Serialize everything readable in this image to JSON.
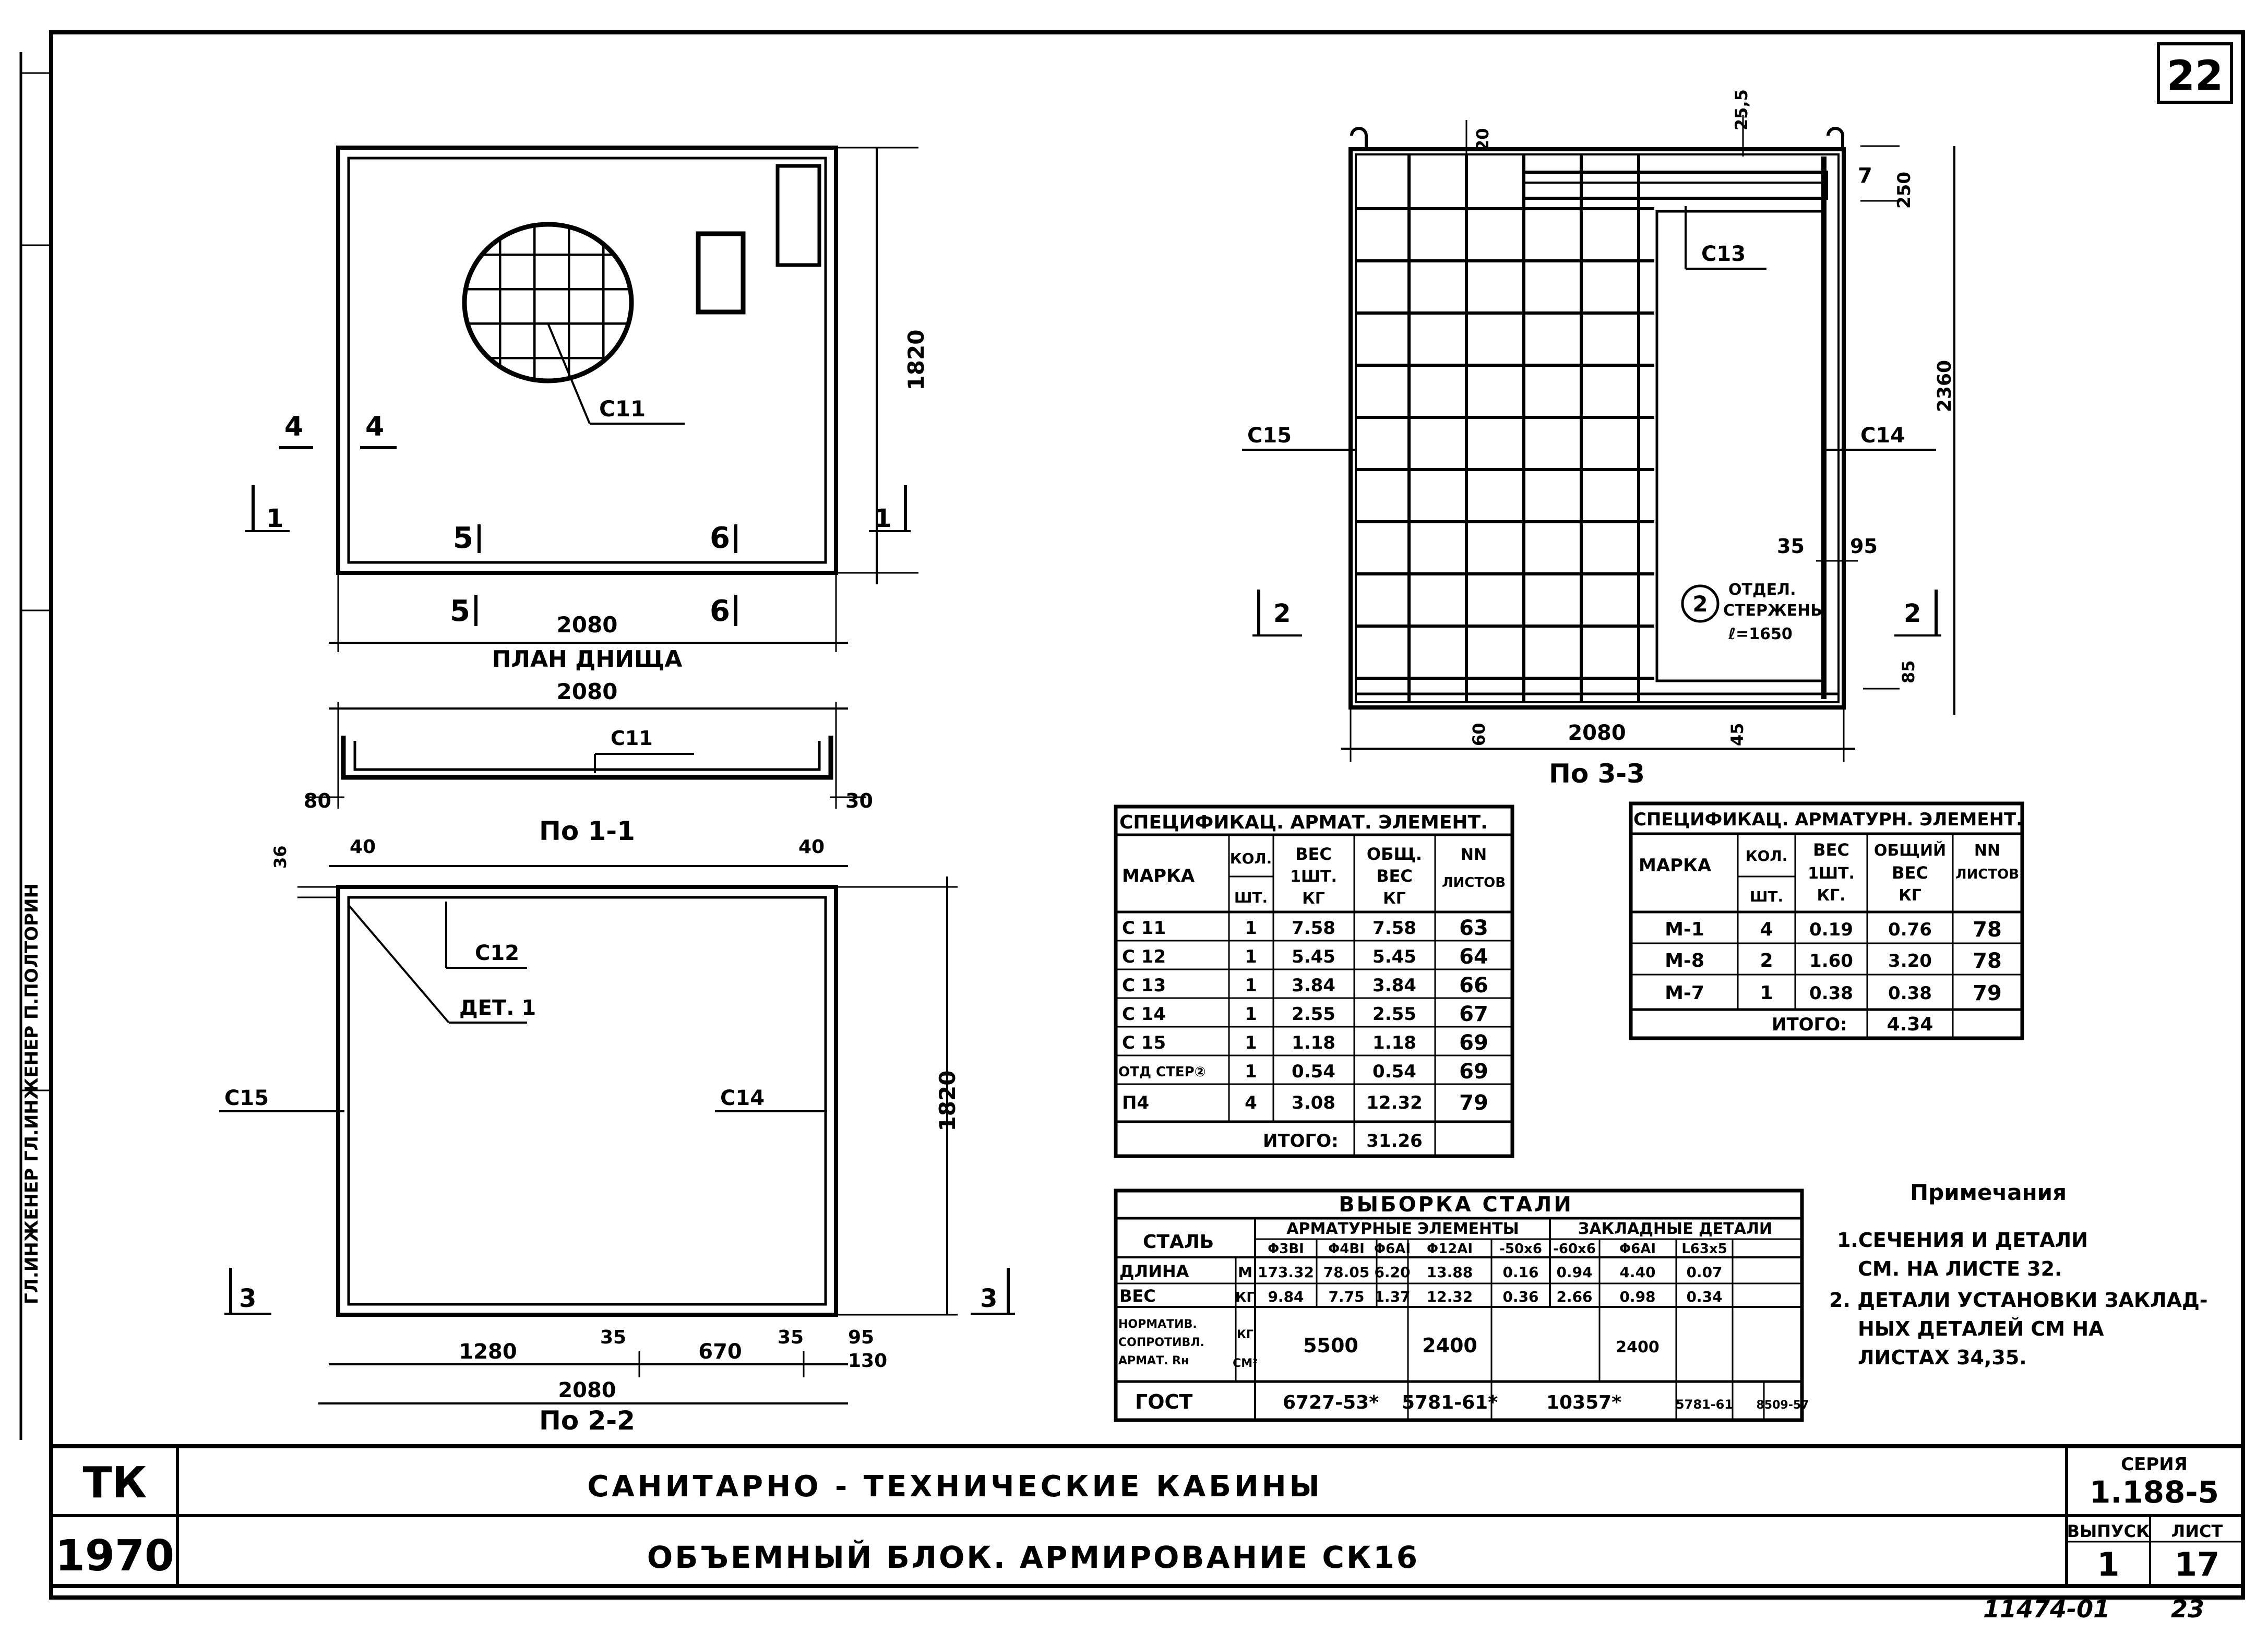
{
  "sheet_number": "22",
  "left_margin_text": "ГЛ.ИНЖЕНЕР  ГЛ.ИНЖЕНЕР  П.ПОЛТОРИН",
  "plan": {
    "title": "ПЛАН ДНИЩА",
    "width": "2080",
    "height": "1820",
    "mark": "С11",
    "section_4": "4",
    "section_1": "1",
    "section_5": "5",
    "section_6": "6"
  },
  "section_11": {
    "title": "По 1-1",
    "width": "2080",
    "mark": "С11",
    "left": "80",
    "right": "30"
  },
  "section_22": {
    "title": "По 2-2",
    "height": "1820",
    "d36": "36",
    "d40l": "40",
    "d40r": "40",
    "mark_c12": "С12",
    "det": "ДЕТ. 1",
    "mark_c15": "С15",
    "mark_c14": "С14",
    "d35a": "35",
    "d35b": "35",
    "d95": "95",
    "d130": "130",
    "d1280": "1280",
    "d670": "670",
    "width": "2080",
    "sec3": "3"
  },
  "section_33": {
    "title": "По 3-3",
    "d20": "20",
    "d25": "25,5",
    "d7": "7",
    "d250": "250",
    "mark_c15a": "С15",
    "mark_c13": "С13",
    "mark_c14": "С14",
    "height": "2360",
    "d35": "35",
    "d95": "95",
    "d85": "85",
    "d60": "60",
    "d45": "45",
    "width": "2080",
    "sec2": "2",
    "rod_num": "2",
    "rod_l1": "ОТДЕЛ.",
    "rod_l2": "СТЕРЖЕНЬ",
    "rod_l3": "ℓ=1650"
  },
  "spec1": {
    "title": "СПЕЦИФИКАЦ. АРМАТ. ЭЛЕМЕНТ.",
    "h_mark": "МАРКА",
    "h_qty1": "КОЛ.",
    "h_qty2": "ШТ.",
    "h_w1": "ВЕС",
    "h_w2": "1ШТ.",
    "h_w3": "КГ",
    "h_tw1": "ОБЩ.",
    "h_tw2": "ВЕС",
    "h_tw3": "КГ",
    "h_sh1": "NN",
    "h_sh2": "ЛИСТОВ",
    "rows": [
      [
        "С 11",
        "1",
        "7.58",
        "7.58",
        "63"
      ],
      [
        "С 12",
        "1",
        "5.45",
        "5.45",
        "64"
      ],
      [
        "С 13",
        "1",
        "3.84",
        "3.84",
        "66"
      ],
      [
        "С 14",
        "1",
        "2.55",
        "2.55",
        "67"
      ],
      [
        "С 15",
        "1",
        "1.18",
        "1.18",
        "69"
      ],
      [
        "ОТД СТЕР②",
        "1",
        "0.54",
        "0.54",
        "69"
      ],
      [
        "П4",
        "4",
        "3.08",
        "12.32",
        "79"
      ]
    ],
    "total_label": "ИТОГО:",
    "total": "31.26"
  },
  "spec2": {
    "title": "СПЕЦИФИКАЦ. АРМАТУРН. ЭЛЕМЕНТ.",
    "h_mark": "МАРКА",
    "h_qty1": "КОЛ.",
    "h_qty2": "ШТ.",
    "h_w1": "ВЕС",
    "h_w2": "1ШТ.",
    "h_w3": "КГ.",
    "h_tw1": "ОБЩИЙ",
    "h_tw2": "ВЕС",
    "h_tw3": "КГ",
    "h_sh1": "NN",
    "h_sh2": "ЛИСТОВ",
    "rows": [
      [
        "М-1",
        "4",
        "0.19",
        "0.76",
        "78"
      ],
      [
        "М-8",
        "2",
        "1.60",
        "3.20",
        "78"
      ],
      [
        "М-7",
        "1",
        "0.38",
        "0.38",
        "79"
      ]
    ],
    "total_label": "ИТОГО:",
    "total": "4.34"
  },
  "steel": {
    "title": "ВЫБОРКА  СТАЛИ",
    "h_steel": "СТАЛЬ",
    "h_arm": "АРМАТУРНЫЕ ЭЛЕМЕНТЫ",
    "h_emb": "ЗАКЛАДНЫЕ ДЕТАЛИ",
    "cols": [
      "Φ3ВI",
      "Φ4ВI",
      "Φ6АI",
      "Φ12АI",
      "-50x6",
      "-60x6",
      "Φ6АI",
      "L63x5"
    ],
    "len_label": "ДЛИНА",
    "len_unit": "М",
    "len": [
      "173.32",
      "78.05",
      "6.20",
      "13.88",
      "0.16",
      "0.94",
      "4.40",
      "0.07"
    ],
    "wt_label": "ВЕС",
    "wt_unit": "КГ",
    "wt": [
      "9.84",
      "7.75",
      "1.37",
      "12.32",
      "0.36",
      "2.66",
      "0.98",
      "0.34"
    ],
    "norm_l1": "НОРМАТИВ.",
    "norm_l2": "СОПРОТИВЛ.",
    "norm_l3": "АРМАТ. Rн",
    "norm_unit1": "КГ",
    "norm_unit2": "СМ²",
    "norm_a": "5500",
    "norm_b": "2400",
    "norm_c": "2400",
    "gost_label": "ГОСТ",
    "gost_a": "6727-53*",
    "gost_b": "5781-61*",
    "gost_c": "10357*",
    "gost_d": "5781-61",
    "gost_e": "8509-57"
  },
  "notes": {
    "title": "Примечания",
    "n1a": "1.СЕЧЕНИЯ  И  ДЕТАЛИ",
    "n1b": "СМ.  НА  ЛИСТЕ  32.",
    "n2a": "2. ДЕТАЛИ  УСТАНОВКИ  ЗАКЛАД-",
    "n2b": "НЫХ  ДЕТАЛЕЙ  СМ  НА",
    "n2c": "ЛИСТАХ  34,35."
  },
  "titleblock": {
    "tk": "ТК",
    "year": "1970",
    "line1": "САНИТАРНО -  ТЕХНИЧЕСКИЕ    КАБИНЫ",
    "line2": "ОБЪЕМНЫЙ  БЛОК.  АРМИРОВАНИЕ   СК16",
    "series_label": "СЕРИЯ",
    "series": "1.188-5",
    "issue_label": "ВЫПУСК",
    "issue": "1",
    "sheet_label": "ЛИСТ",
    "sheet": "17"
  },
  "stamp": "11474-01",
  "stamp_page": "23"
}
